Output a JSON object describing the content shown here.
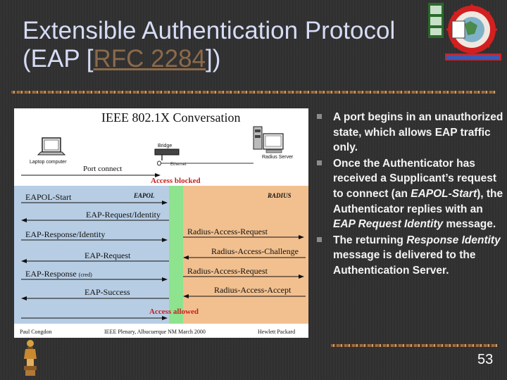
{
  "slide": {
    "title_line1": "Extensible Authentication Protocol",
    "title_prefix": "(EAP [",
    "title_link": "RFC 2284",
    "title_suffix": "])",
    "page_number": "53"
  },
  "figure": {
    "heading": "IEEE 802.1X Conversation",
    "bridge_label": "Bridge",
    "ethernet_label": "Ethernet",
    "laptop_label": "Laptop computer",
    "radius_server_label": "Radius Server",
    "port_connect": "Port connect",
    "access_blocked": "Access blocked",
    "eapol_header": "EAPOL",
    "radius_header": "RADIUS",
    "eapol_start": "EAPOL-Start",
    "eap_request_identity": "EAP-Request/Identity",
    "eap_response_identity": "EAP-Response/Identity",
    "radius_access_request_1": "Radius-Access-Request",
    "radius_access_challenge": "Radius-Access-Challenge",
    "eap_request": "EAP-Request",
    "eap_response": "EAP-Response",
    "eap_response_cred": "(cred)",
    "radius_access_request_2": "Radius-Access-Request",
    "radius_access_accept": "Radius-Access-Accept",
    "eap_success": "EAP-Success",
    "access_allowed": "Access allowed",
    "footer_left": "Paul Congdon",
    "footer_center": "IEEE Plenary, Albucuerque NM March 2000",
    "footer_right": "Hewlett Packard",
    "colors": {
      "eapol_bg": "#b7cde4",
      "green_bar": "#8ee38e",
      "radius_bg": "#f2c08f",
      "red_text": "#c81e1e"
    }
  },
  "bullets": [
    {
      "parts": [
        "A port begins in an unauthorized state, which allows EAP traffic only."
      ]
    },
    {
      "parts": [
        "Once the Authenticator has received a Supplicant’s request to connect (an ",
        "EAPOL-Start",
        "), the Authenticator replies with an ",
        "EAP Request Identity",
        " message."
      ]
    },
    {
      "parts": [
        " The returning ",
        "Response Identity",
        " message is delivered to the Authentication Server."
      ]
    }
  ],
  "icons": {
    "bullet": "square-bullet-icon",
    "logo": "university-seal-icon",
    "mascot": "figurine-icon"
  }
}
